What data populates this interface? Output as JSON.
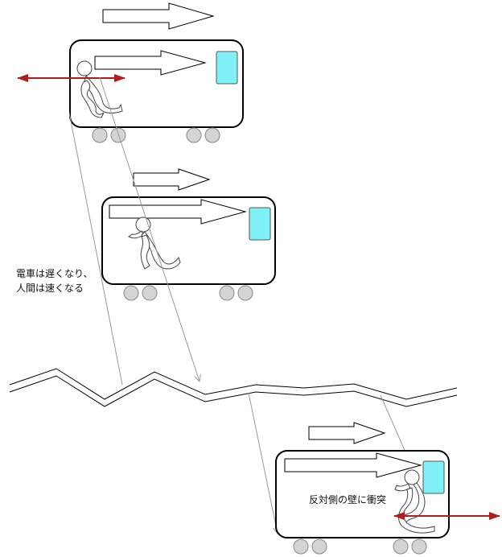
{
  "captions": {
    "slowdown_line1": "電車は遅くなり、",
    "slowdown_line2": "人間は速くなる",
    "collision": "反対側の壁に衝突"
  },
  "colors": {
    "window_fill": "#7ff0f6",
    "force_arrow": "#b01c1c",
    "wheel_fill": "#d4d4d4",
    "wheel_stroke": "#888888",
    "trace_line": "#999999"
  }
}
